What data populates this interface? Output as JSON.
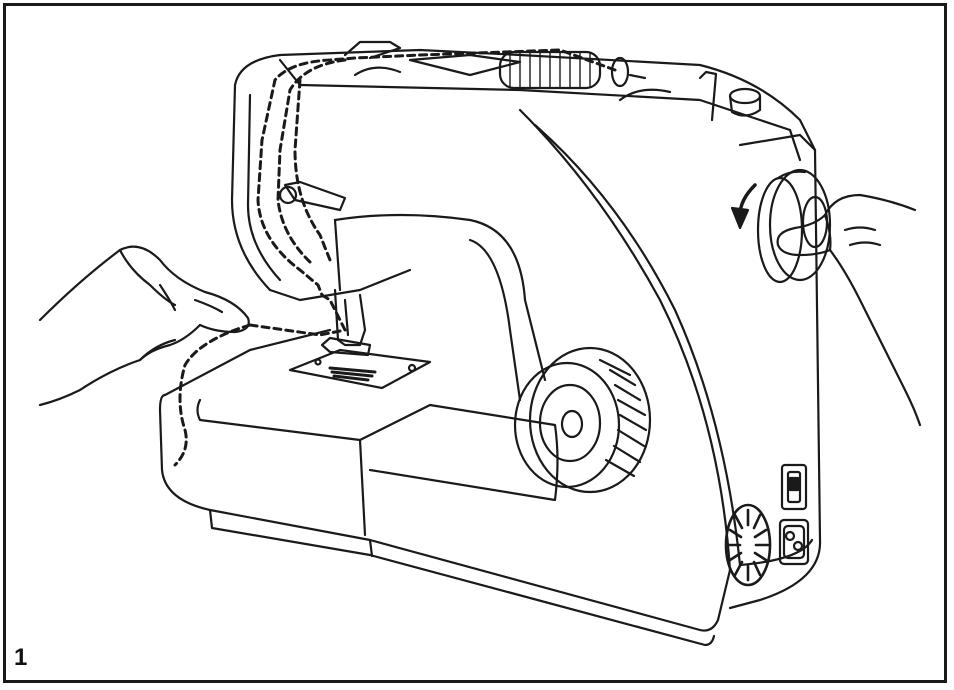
{
  "figure": {
    "number": "1",
    "colors": {
      "line": "#1a1a1a",
      "background": "#ffffff"
    },
    "icons": [
      "sewing-machine",
      "left-hand",
      "right-hand",
      "direction-arrow"
    ]
  }
}
